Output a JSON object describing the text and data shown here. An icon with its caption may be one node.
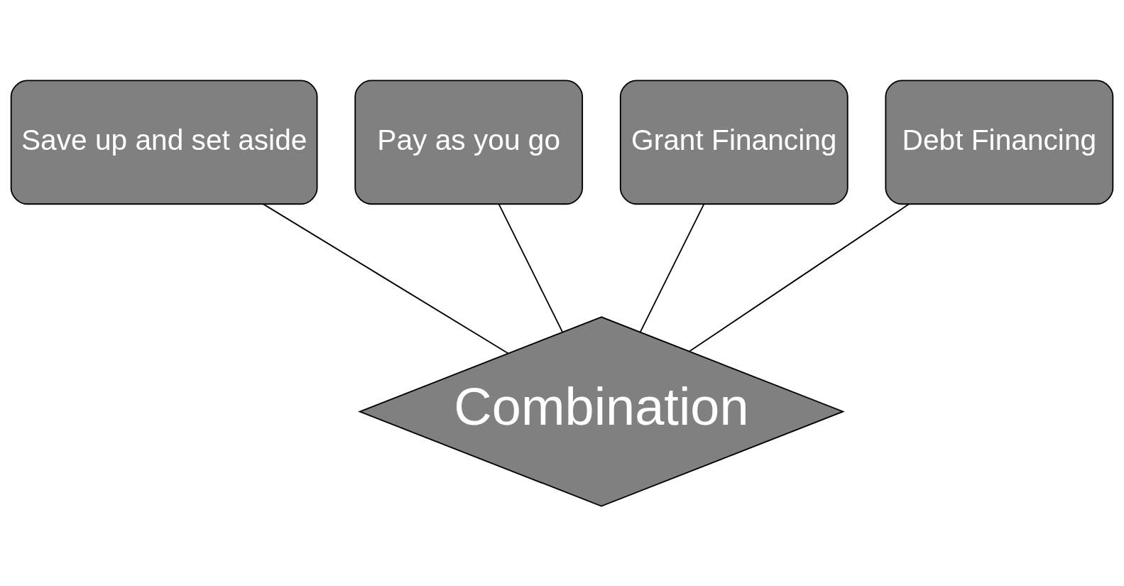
{
  "diagram": {
    "nodes": [
      {
        "text": [
          "Save up and set aside"
        ]
      },
      {
        "text": [
          "Pay as you go"
        ]
      },
      {
        "text": [
          "Grant Financing"
        ]
      },
      {
        "text": [
          "Debt Financing"
        ]
      },
      {
        "text": [
          "Combination"
        ]
      }
    ],
    "edges": [
      {
        "from": 0,
        "to": 4,
        "arrow": "none"
      },
      {
        "from": 1,
        "to": 4,
        "arrow": "none"
      },
      {
        "from": 2,
        "to": 4,
        "arrow": "none"
      },
      {
        "from": 3,
        "to": 4,
        "arrow": "none"
      }
    ]
  }
}
